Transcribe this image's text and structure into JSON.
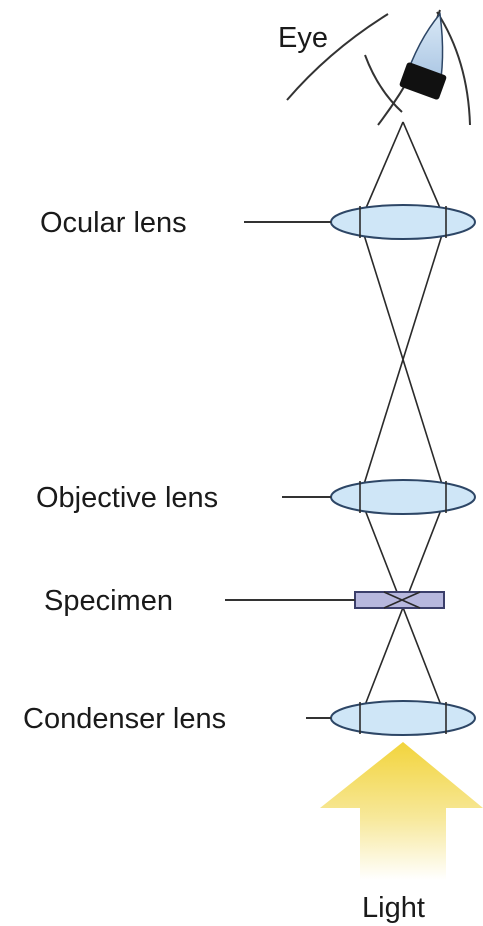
{
  "labels": {
    "eye": "Eye",
    "ocular_lens": "Ocular lens",
    "objective_lens": "Objective lens",
    "specimen": "Specimen",
    "condenser_lens": "Condenser lens",
    "light": "Light"
  },
  "colors": {
    "lens_fill": "#cfe6f7",
    "lens_stroke": "#2d4666",
    "specimen_fill": "#b7b8de",
    "light_arrow": "#f3d94a",
    "eye_pupil": "#111111"
  }
}
